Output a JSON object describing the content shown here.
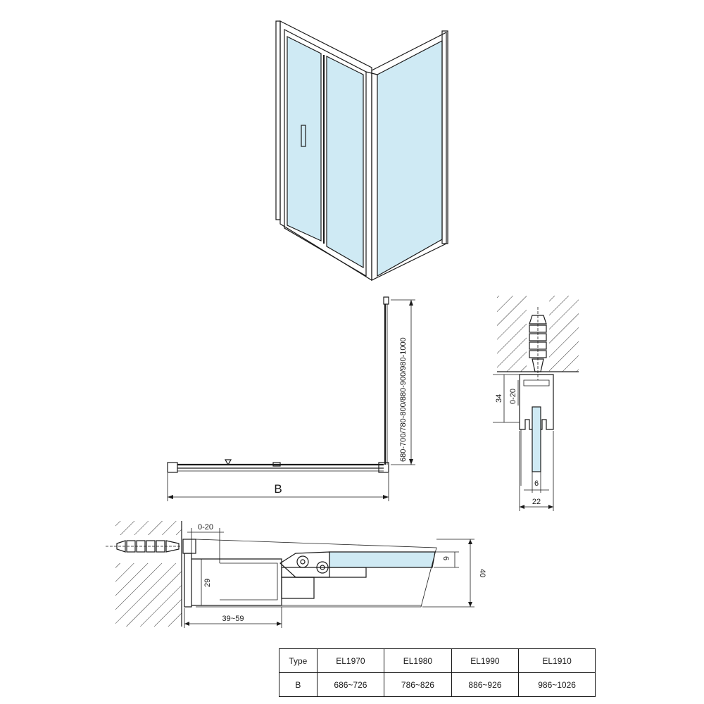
{
  "colors": {
    "glass": "#cfeaf4",
    "line": "#1a1a1a"
  },
  "plan_view": {
    "width_label": "B",
    "side_label": "680-700/780-800/880-900/980-1000"
  },
  "wall_profile_detail": {
    "dim_34": "34",
    "dim_0_20": "0-20",
    "dim_6": "6",
    "dim_22": "22"
  },
  "door_section_detail": {
    "dim_0_20": "0-20",
    "dim_29": "29",
    "dim_39_59": "39~59",
    "dim_6": "6",
    "dim_40": "40"
  },
  "spec_table": {
    "header": [
      "Type",
      "EL1970",
      "EL1980",
      "EL1990",
      "EL1910"
    ],
    "row": [
      "B",
      "686~726",
      "786~826",
      "886~926",
      "986~1026"
    ]
  }
}
